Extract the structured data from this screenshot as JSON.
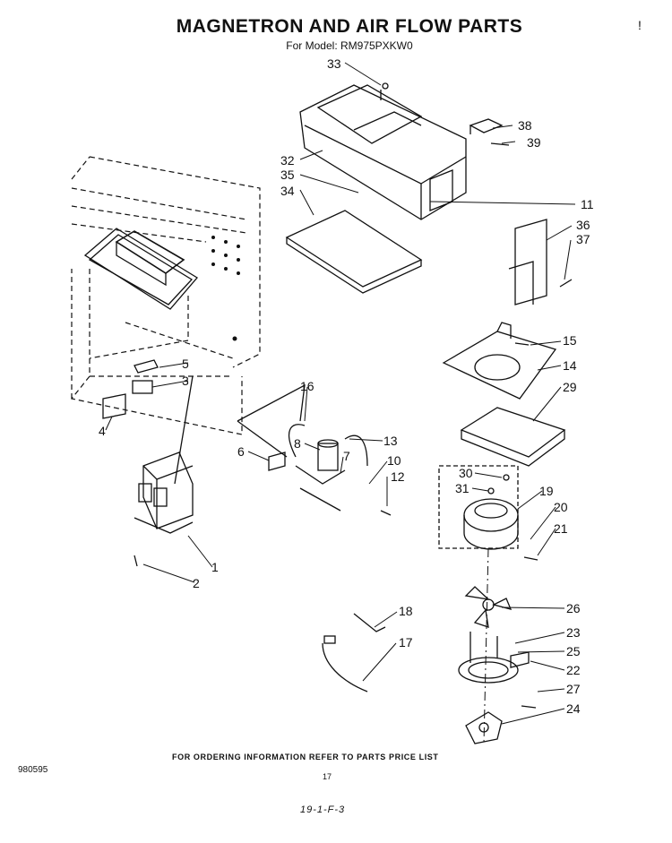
{
  "header": {
    "title": "MAGNETRON AND AIR FLOW PARTS",
    "subtitle": "For Model: RM975PXKW0",
    "corner_mark": "!"
  },
  "footer": {
    "ordering_note": "FOR ORDERING INFORMATION REFER TO PARTS PRICE LIST",
    "doc_number": "980595",
    "page_number": "17",
    "date_code": "19-1-F-3"
  },
  "callouts": [
    "33",
    "38",
    "39",
    "32",
    "35",
    "34",
    "11",
    "36",
    "37",
    "15",
    "14",
    "29",
    "5",
    "3",
    "4",
    "16",
    "13",
    "6",
    "8",
    "7",
    "10",
    "12",
    "30",
    "31",
    "19",
    "20",
    "21",
    "1",
    "2",
    "26",
    "18",
    "23",
    "25",
    "17",
    "22",
    "27",
    "24"
  ]
}
